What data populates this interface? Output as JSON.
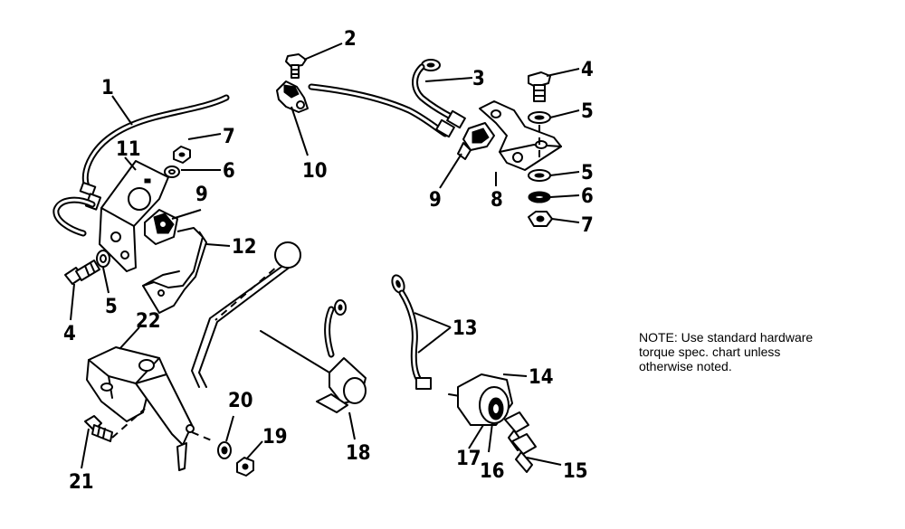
{
  "callouts": {
    "c1": "1",
    "c2": "2",
    "c3": "3",
    "c4a": "4",
    "c4b": "4",
    "c5a": "5",
    "c5b": "5",
    "c5c": "5",
    "c6a": "6",
    "c6b": "6",
    "c7a": "7",
    "c7b": "7",
    "c8": "8",
    "c9a": "9",
    "c9b": "9",
    "c10": "10",
    "c11": "11",
    "c12": "12",
    "c13": "13",
    "c14": "14",
    "c15": "15",
    "c16": "16",
    "c17": "17",
    "c18": "18",
    "c19": "19",
    "c20": "20",
    "c21": "21",
    "c22": "22"
  },
  "note": {
    "line1": "NOTE: Use standard hardware",
    "line2": "torque spec. chart unless",
    "line3": "otherwise noted."
  }
}
